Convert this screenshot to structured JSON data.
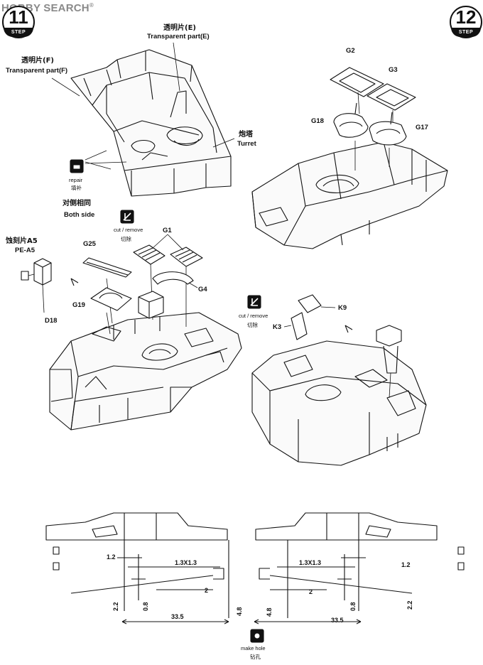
{
  "watermark": {
    "brand": "HOBBY SEARCH",
    "registered": "®"
  },
  "steps": [
    {
      "number": "11",
      "word": "STEP"
    },
    {
      "number": "12",
      "word": "STEP"
    }
  ],
  "labels": {
    "transparent_e_zh": "透明片(E)",
    "transparent_e_en": "Transparent part(E)",
    "transparent_f_zh": "透明片(F)",
    "transparent_f_en": "Transparent part(F)",
    "turret_zh": "炮塔",
    "turret_en": "Turret",
    "repair_en": "repair",
    "repair_zh": "填补",
    "both_side_zh": "对侧相同",
    "both_side_en": "Both side",
    "cut_remove_en_1": "cut / remove",
    "cut_remove_zh_1": "切除",
    "cut_remove_en_2": "cut / remove",
    "cut_remove_zh_2": "切除",
    "pe_zh": "蚀刻片A5",
    "pe_en": "PE-A5",
    "make_hole_en": "make hole",
    "make_hole_zh": "钻孔"
  },
  "parts": {
    "g1": "G1",
    "g2": "G2",
    "g3": "G3",
    "g4": "G4",
    "g17": "G17",
    "g18": "G18",
    "g19": "G19",
    "g25": "G25",
    "k3": "K3",
    "k9": "K9",
    "d18": "D18"
  },
  "dimensions": {
    "left": {
      "d1": "1.2",
      "d2": "1.3X1.3",
      "d3": "2",
      "d4": "2.2",
      "d5": "0.8",
      "d6": "33.5",
      "d7": "4.8"
    },
    "right": {
      "d1": "1.3X1.3",
      "d2": "1.2",
      "d3": "2",
      "d4": "4.8",
      "d5": "0.8",
      "d6": "33.5",
      "d7": "2.2"
    }
  },
  "icons": [
    "repair-icon",
    "cut-remove-icon",
    "make-hole-icon",
    "arrow-icon"
  ]
}
